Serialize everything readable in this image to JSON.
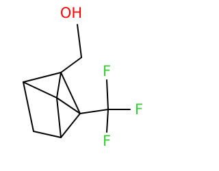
{
  "molecule": {
    "atoms": {
      "hydroxyl": {
        "label": "OH",
        "color": "#ff0000"
      },
      "fluorine_top": {
        "label": "F",
        "color": "#33cc33"
      },
      "fluorine_right": {
        "label": "F",
        "color": "#33cc33"
      },
      "fluorine_bottom": {
        "label": "F",
        "color": "#33cc33"
      }
    },
    "bond_color": "#000000"
  }
}
